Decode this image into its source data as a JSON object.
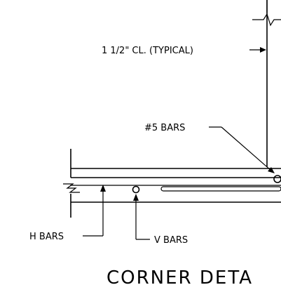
{
  "detail": {
    "clear_cover_note": "1 1/2\" CL. (TYPICAL)",
    "top_bar_callout": "#5 BARS",
    "h_bars_callout": "H BARS",
    "v_bars_callout": "V BARS",
    "title": "CORNER DETA"
  }
}
